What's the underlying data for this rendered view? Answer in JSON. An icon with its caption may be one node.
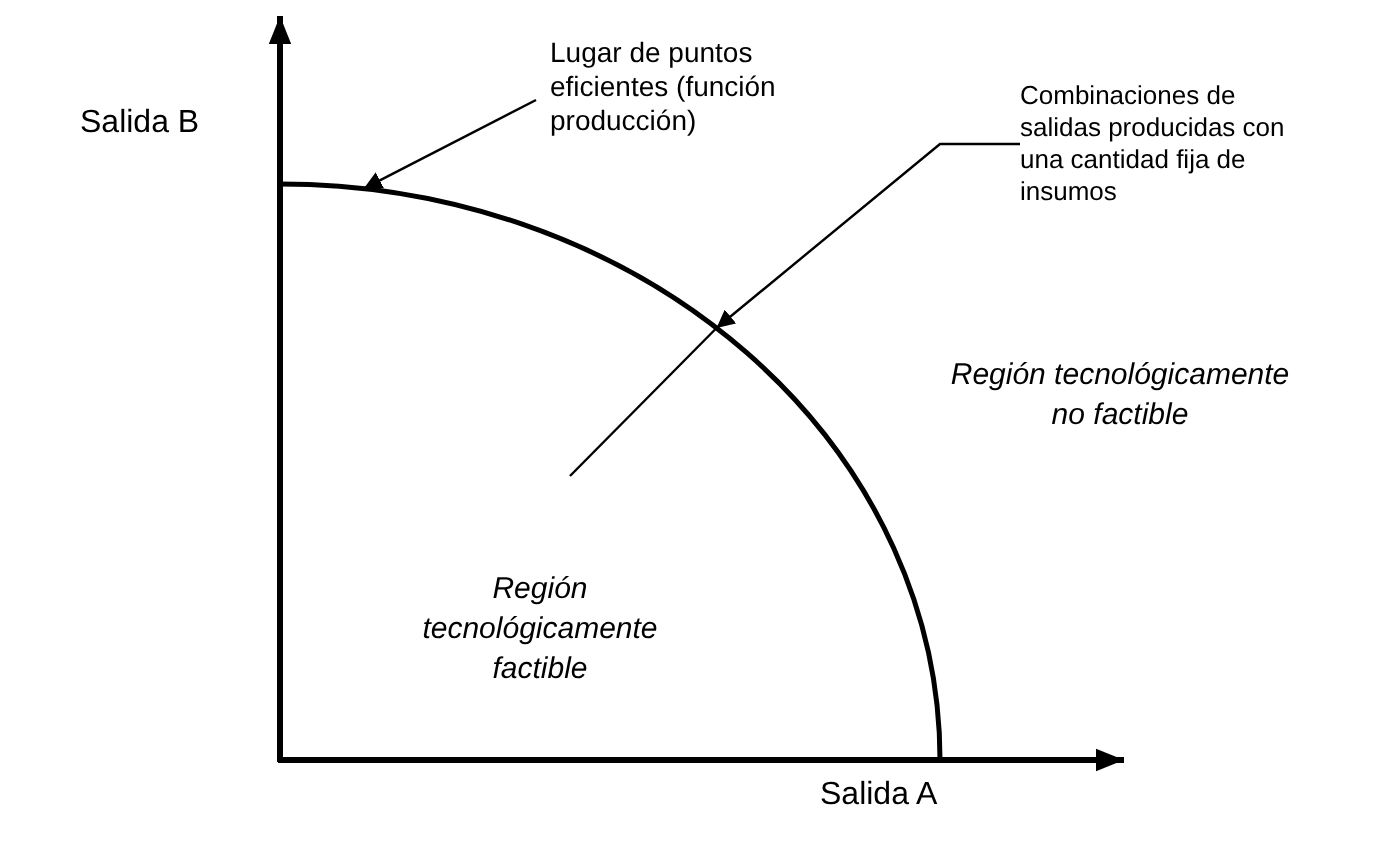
{
  "diagram": {
    "nodes": [
      {
        "text": [
          "Lugar de puntos eficientes (función producción)"
        ]
      },
      {
        "text": [
          "Combinaciones de salidas producidas con una cantidad fija de insumos"
        ]
      },
      {
        "text": [],
        "shape": "curve"
      }
    ],
    "edges": [
      {
        "from": 0,
        "to": 2,
        "arrow": "to"
      },
      {
        "from": 1,
        "to": 2,
        "arrow": "to"
      }
    ],
    "labels": [
      "Salida B",
      "Región tecnológicamente no factible",
      "Región tecnológicamente factible",
      "Salida A"
    ]
  }
}
